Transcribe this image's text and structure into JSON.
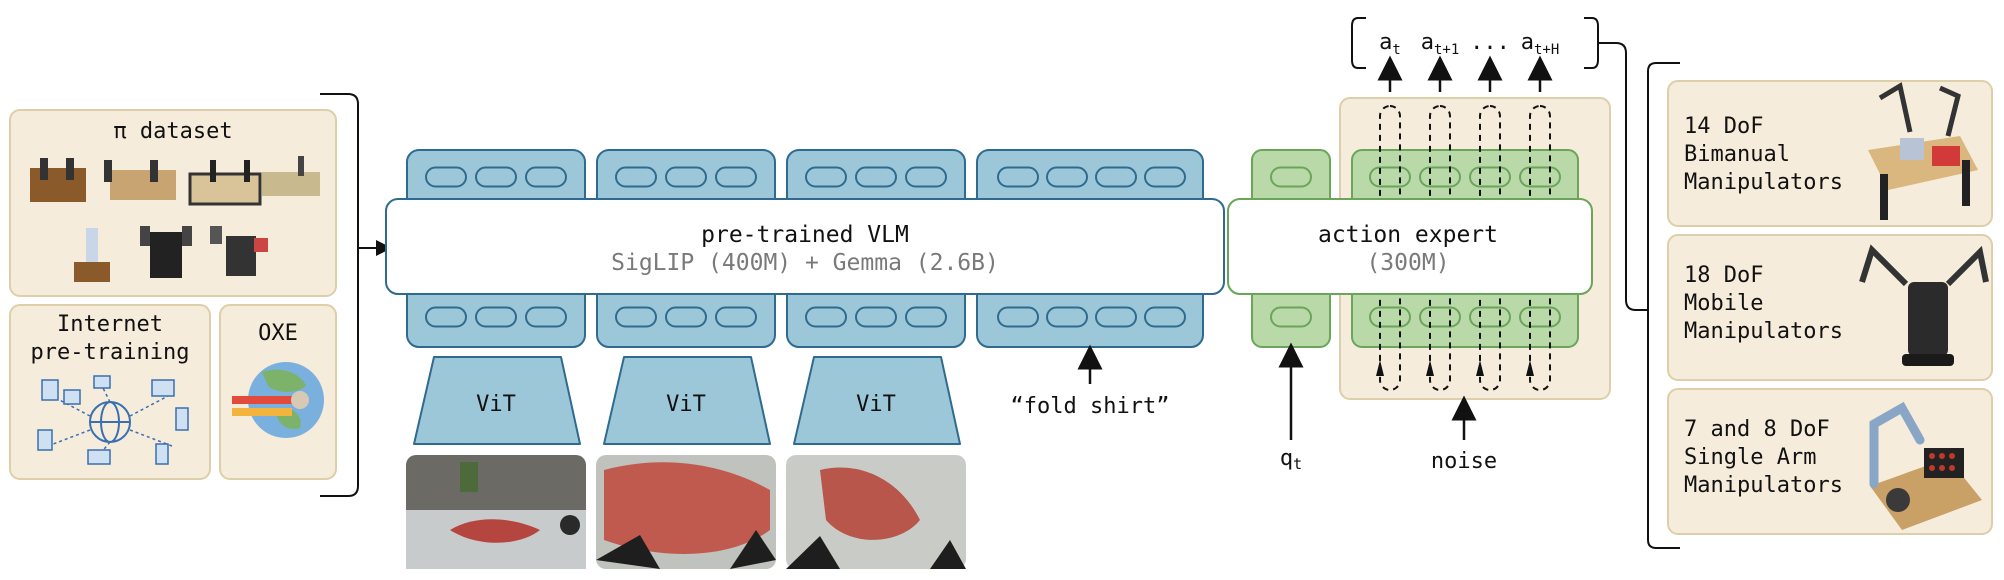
{
  "data_sources": {
    "pi_dataset": "π dataset",
    "internet": [
      "Internet",
      "pre-training"
    ],
    "oxe": "OXE"
  },
  "vlm": {
    "title": "pre-trained VLM",
    "subtitle": "SigLIP (400M) + Gemma (2.6B)",
    "vit_labels": [
      "ViT",
      "ViT",
      "ViT"
    ],
    "prompt": "“fold shirt”"
  },
  "action_expert": {
    "title": "action expert",
    "subtitle": "(300M)",
    "state_label": "qt",
    "noise_label": "noise",
    "action_labels": [
      "at",
      "at+1",
      "...",
      "at+H"
    ]
  },
  "robots": [
    [
      "14 DoF",
      "Bimanual",
      "Manipulators"
    ],
    [
      "18 DoF",
      "Mobile",
      "Manipulators"
    ],
    [
      "7 and 8 DoF",
      "Single Arm",
      "Manipulators"
    ]
  ],
  "colors": {
    "cream": "#f5ecdb",
    "cream_border": "#ddcfa9",
    "vlm_blue": "#9cc7d9",
    "vlm_blue_border": "#2e6b8f",
    "expert_green": "#b9d9a8",
    "expert_green_border": "#6aa55a"
  }
}
